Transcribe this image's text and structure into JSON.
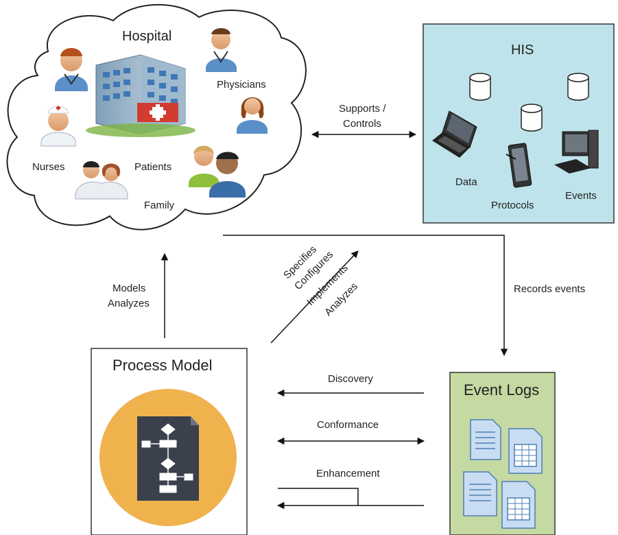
{
  "hospital": {
    "title": "Hospital",
    "labels": {
      "physicians": "Physicians",
      "nurses": "Nurses",
      "patients": "Patients",
      "family": "Family"
    }
  },
  "his": {
    "title": "HIS",
    "labels": {
      "data": "Data",
      "protocols": "Protocols",
      "events": "Events"
    },
    "background": "#bfe3ea"
  },
  "arrows": {
    "supports_line1": "Supports /",
    "supports_line2": "Controls",
    "records_events": "Records events",
    "models": "Models",
    "analyzes": "Analyzes",
    "specifies": [
      "Specifies",
      "Configures",
      "Implements",
      "Analyzes"
    ],
    "discovery": "Discovery",
    "conformance": "Conformance",
    "enhancement": "Enhancement"
  },
  "process_model": {
    "title": "Process Model",
    "circle_color": "#f0b24d",
    "doc_color": "#3a414c"
  },
  "event_logs": {
    "title": "Event Logs",
    "background": "#c5d9a2"
  },
  "icons": [
    "physician-male-icon",
    "physician-female-icon",
    "doctor-icon",
    "nurse-icon",
    "hospital-building-icon",
    "patients-icon",
    "family-icon",
    "database-icon",
    "laptop-icon",
    "tablet-icon",
    "desktop-computer-icon",
    "document-icon",
    "spreadsheet-icon",
    "flowchart-document-icon"
  ]
}
